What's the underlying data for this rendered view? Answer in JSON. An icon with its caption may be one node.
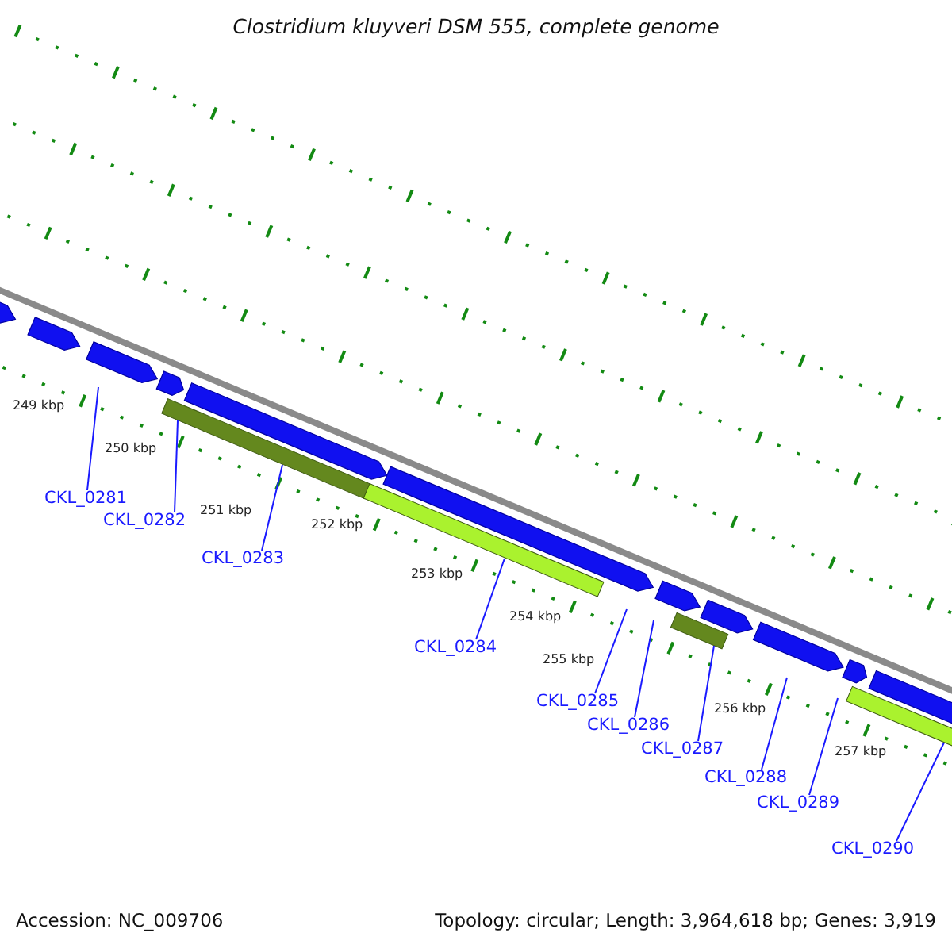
{
  "diagram": {
    "title": "Clostridium kluyveri DSM 555, complete genome",
    "nodes": [
      {
        "text": [
          "CKL_0281"
        ]
      },
      {
        "text": [
          "CKL_0282"
        ]
      },
      {
        "text": [
          "CKL_0283"
        ]
      },
      {
        "text": [
          "CKL_0284"
        ]
      },
      {
        "text": [
          "CKL_0285"
        ]
      },
      {
        "text": [
          "CKL_0286"
        ]
      },
      {
        "text": [
          "CKL_0287"
        ]
      },
      {
        "text": [
          "CKL_0288"
        ]
      },
      {
        "text": [
          "CKL_0289"
        ]
      },
      {
        "text": [
          "CKL_0290"
        ]
      }
    ],
    "edges": [
      {
        "from": 0,
        "to": null,
        "arrow": "none"
      },
      {
        "from": 1,
        "to": null,
        "arrow": "none"
      },
      {
        "from": 2,
        "to": null,
        "arrow": "none"
      },
      {
        "from": 3,
        "to": null,
        "arrow": "none"
      },
      {
        "from": 4,
        "to": null,
        "arrow": "none"
      },
      {
        "from": 5,
        "to": null,
        "arrow": "none"
      },
      {
        "from": 6,
        "to": null,
        "arrow": "none"
      },
      {
        "from": 7,
        "to": null,
        "arrow": "none"
      },
      {
        "from": 8,
        "to": null,
        "arrow": "none"
      },
      {
        "from": 9,
        "to": null,
        "arrow": "none"
      }
    ],
    "labels": [
      "249 kbp",
      "250 kbp",
      "251 kbp",
      "252 kbp",
      "253 kbp",
      "254 kbp",
      "255 kbp",
      "256 kbp",
      "257 kbp",
      "Accession: NC_009706",
      "Topology: circular; Length: 3,964,618 bp; Genes: 3,919"
    ]
  }
}
